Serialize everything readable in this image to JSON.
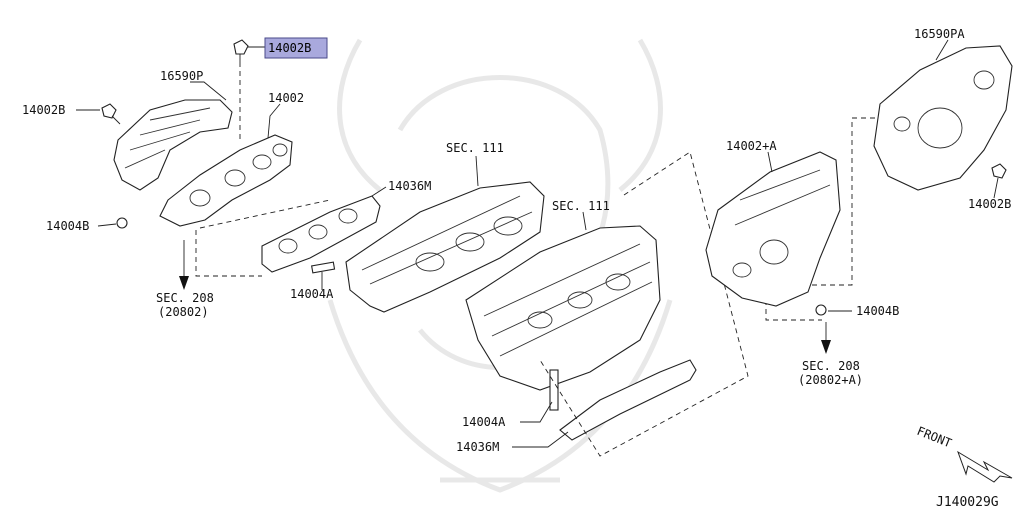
{
  "diagram": {
    "part_labels": {
      "p14002B_top": "14002B",
      "p16590P": "16590P",
      "p14002B_left": "14002B",
      "p14002": "14002",
      "p14036M_top": "14036M",
      "p14004B_left": "14004B",
      "sec111_a": "SEC. 111",
      "sec111_b": "SEC. 111",
      "p14004A_top": "14004A",
      "sec208_left": "SEC. 208",
      "sec208_left_sub": "(20802)",
      "p14002A": "14002+A",
      "p16590PA": "16590PA",
      "p14002B_right": "14002B",
      "p14004B_right": "14004B",
      "sec208_right": "SEC. 208",
      "sec208_right_sub": "(20802+A)",
      "p14004A_bottom": "14004A",
      "p14036M_bottom": "14036M",
      "front": "FRONT",
      "diagram_id": "J140029G"
    },
    "highlight_color": "#a9a9dd",
    "highlight_border": "#4a4a8a"
  }
}
